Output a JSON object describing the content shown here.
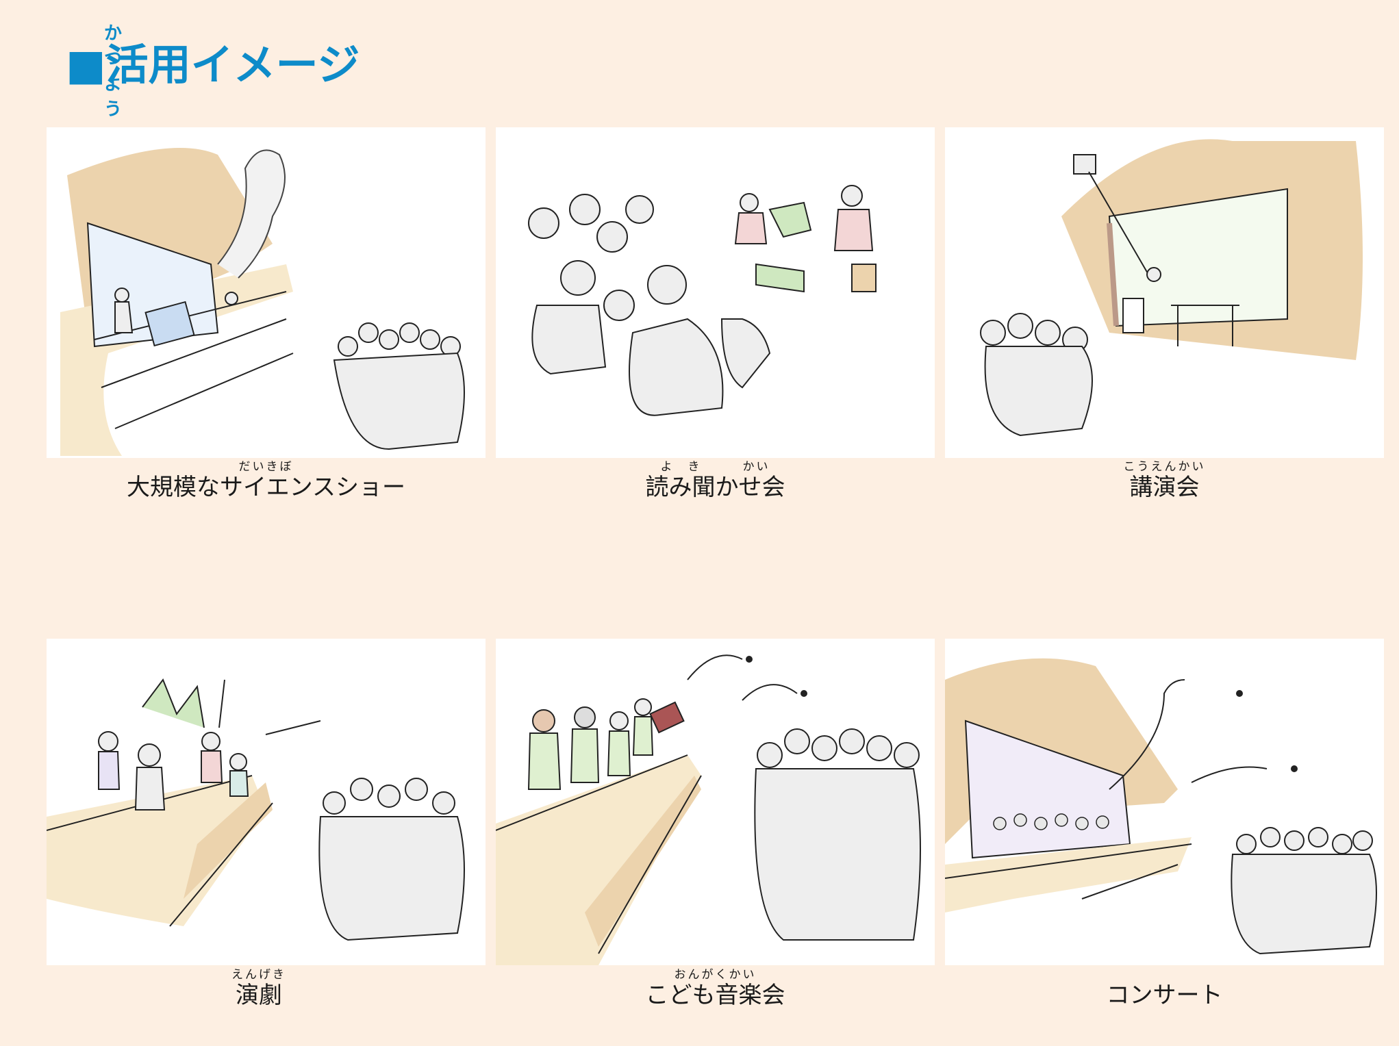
{
  "header": {
    "title": "■活用イメージ",
    "title_ruby": "かつよう"
  },
  "colors": {
    "background": "#fdefe2",
    "accent": "#0d8bc9",
    "stage_wall": "#ecd3ad",
    "stage_floor": "#f7e9cc",
    "figure": "#eeeeee"
  },
  "cards": [
    {
      "ruby": "だいきぼ",
      "caption": "大規模なサイエンスショー"
    },
    {
      "ruby": "よ　き　　　かい",
      "caption": "読み聞かせ会"
    },
    {
      "ruby": "こうえんかい",
      "caption": "講演会"
    },
    {
      "ruby": "えんげき",
      "caption": "演劇"
    },
    {
      "ruby": "おんがくかい",
      "caption": "こども音楽会"
    },
    {
      "ruby": "",
      "caption": "コンサート"
    }
  ]
}
